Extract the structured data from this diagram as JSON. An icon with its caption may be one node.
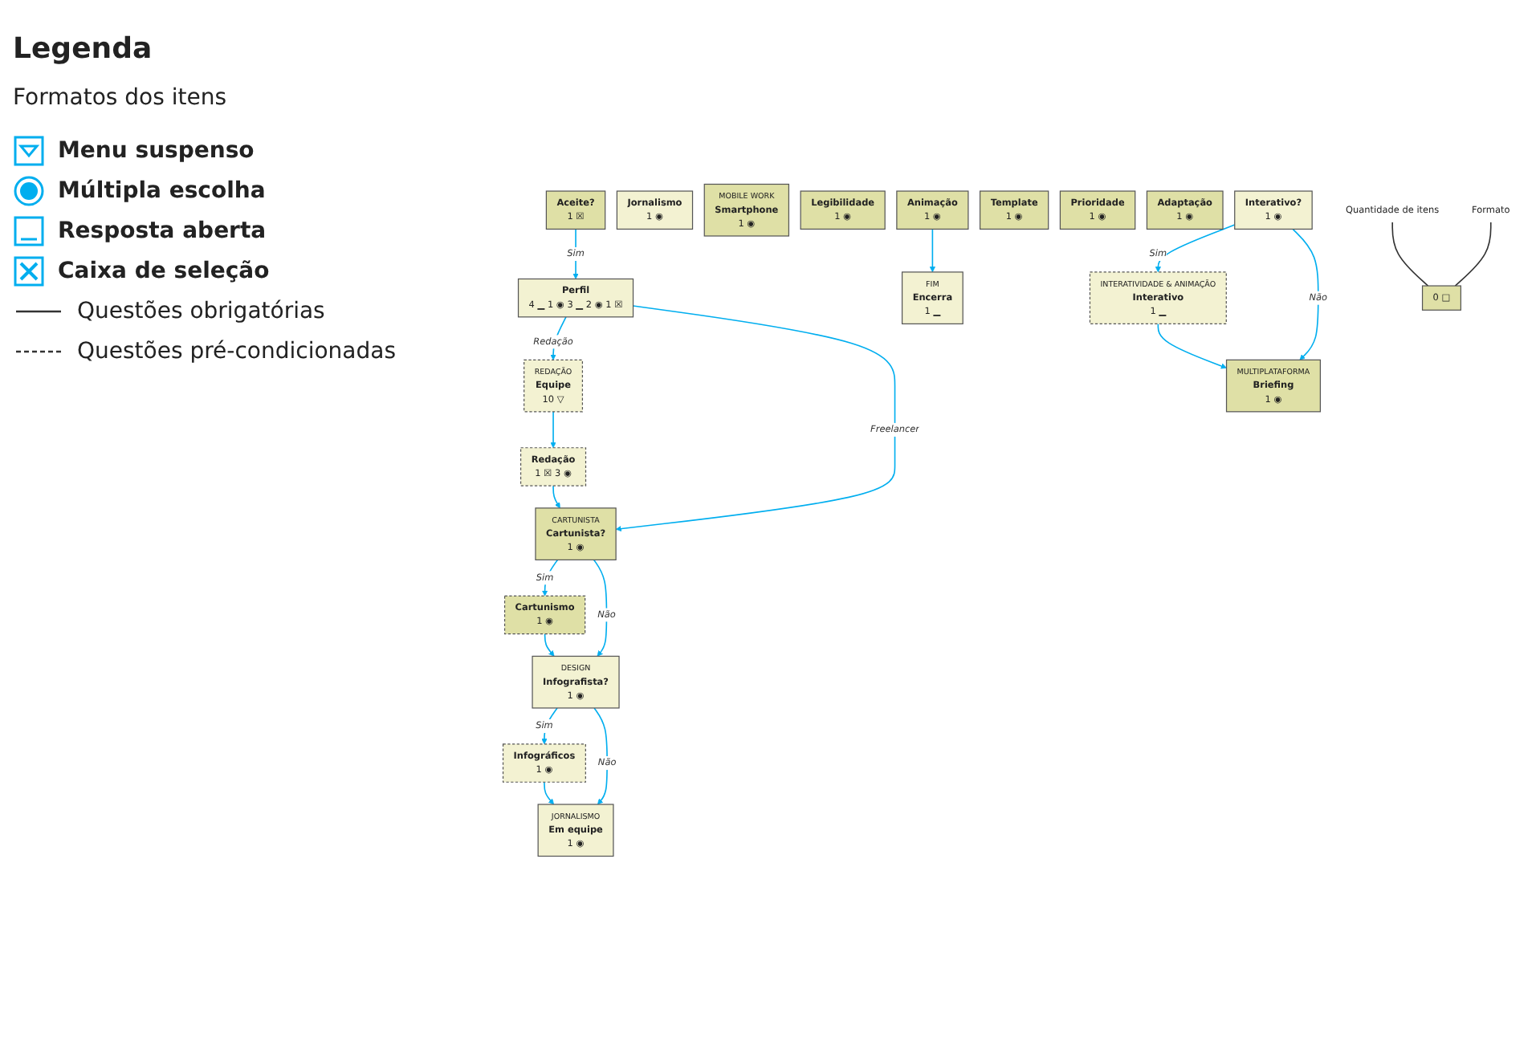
{
  "diagram": {
    "nodes": [
      {
        "text": [
          "Aceite?",
          "1 ☒"
        ]
      },
      {
        "text": [
          "Perfil",
          "4 ▁ 1 ◉ 3 ▁ 2 ◉ 1 ☒"
        ]
      },
      {
        "text": [
          "REDAÇÃO",
          "Equipe",
          "10 ▽"
        ]
      },
      {
        "text": [
          "Redação",
          "1 ☒ 3 ◉"
        ]
      },
      {
        "text": [
          "CARTUNISTA",
          "Cartunista?",
          "1 ◉"
        ]
      },
      {
        "text": [
          "Cartunismo",
          "1 ◉"
        ]
      },
      {
        "text": [
          "DESIGN",
          "Infografista?",
          "1 ◉"
        ]
      },
      {
        "text": [
          "Infográficos",
          "1 ◉"
        ]
      },
      {
        "text": [
          "JORNALISMO",
          "Em equipe",
          "1 ◉"
        ]
      },
      {
        "text": [
          "Jornalismo",
          "1 ◉"
        ]
      },
      {
        "text": [
          "MOBILE WORK",
          "Smartphone",
          "1 ◉"
        ]
      },
      {
        "text": [
          "Legibilidade",
          "1 ◉"
        ]
      },
      {
        "text": [
          "Interativo?",
          "1 ◉"
        ]
      },
      {
        "text": [
          "INTERATIVIDADE & ANIMAÇÃO",
          "Interativo",
          "1 ▁"
        ]
      },
      {
        "text": [
          "MULTIPLATAFORMA",
          "Briefing",
          "1 ◉"
        ]
      },
      {
        "text": [
          "Template",
          "1 ◉"
        ]
      },
      {
        "text": [
          "Prioridade",
          "1 ◉"
        ]
      },
      {
        "text": [
          "Adaptação",
          "1 ◉"
        ]
      },
      {
        "text": [
          "Animação",
          "1 ◉"
        ]
      },
      {
        "text": [
          "FIM",
          "Encerra",
          "1 ▁"
        ]
      },
      {
        "text": [
          "Quantidade de itens"
        ]
      },
      {
        "text": [
          "0 □"
        ]
      },
      {
        "text": [
          "Formato"
        ]
      }
    ],
    "edges": [
      {
        "from": 0,
        "to": 1,
        "arrow": "to",
        "label": "Sim"
      },
      {
        "from": 1,
        "to": 2,
        "arrow": "to",
        "label": "Redação"
      },
      {
        "from": 1,
        "to": 4,
        "arrow": "to",
        "label": "Freelancer"
      },
      {
        "from": 2,
        "to": 3,
        "arrow": "to"
      },
      {
        "from": 3,
        "to": 4,
        "arrow": "to"
      },
      {
        "from": 4,
        "to": 5,
        "arrow": "to",
        "label": "Sim"
      },
      {
        "from": 4,
        "to": 6,
        "arrow": "to",
        "label": "Não"
      },
      {
        "from": 5,
        "to": 6,
        "arrow": "to"
      },
      {
        "from": 6,
        "to": 7,
        "arrow": "to",
        "label": "Sim"
      },
      {
        "from": 6,
        "to": 8,
        "arrow": "to",
        "label": "Não"
      },
      {
        "from": 7,
        "to": 8,
        "arrow": "to"
      },
      {
        "from": 12,
        "to": 13,
        "arrow": "to",
        "label": "Sim"
      },
      {
        "from": 12,
        "to": 14,
        "arrow": "to",
        "label": "Não"
      },
      {
        "from": 13,
        "to": 14,
        "arrow": "to"
      },
      {
        "from": 18,
        "to": 19,
        "arrow": "to"
      },
      {
        "from": 20,
        "to": 21,
        "arrow": "none",
        "color": "#333333"
      },
      {
        "from": 22,
        "to": 21,
        "arrow": "none",
        "color": "#333333"
      }
    ],
    "labels": [
      "Legenda",
      "Formatos dos itens"
    ],
    "legend": [
      {
        "text": "Menu suspenso"
      },
      {
        "text": "Múltipla escolha"
      },
      {
        "text": "Resposta aberta"
      },
      {
        "text": "Caixa de seleção"
      },
      {
        "text": "Questões obrigatórias"
      },
      {
        "text": "Questões pré-condicionadas"
      }
    ]
  }
}
